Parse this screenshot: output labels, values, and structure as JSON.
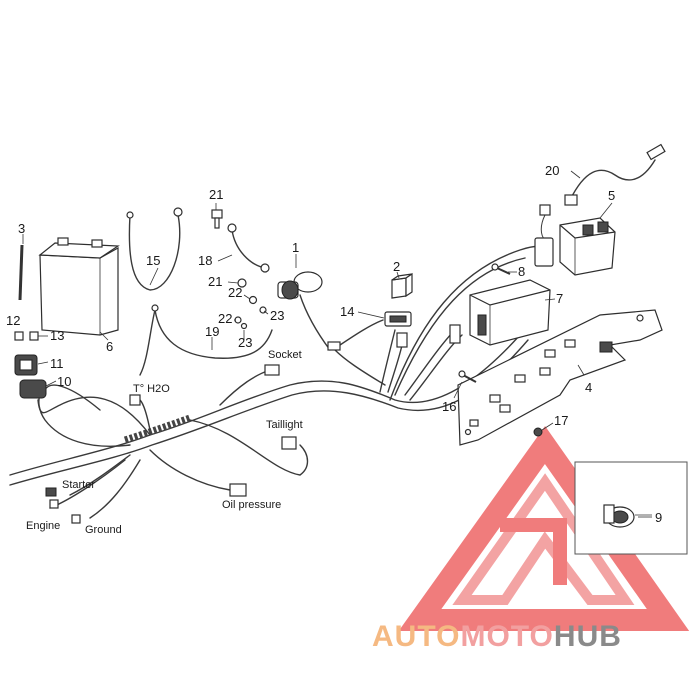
{
  "callouts": {
    "n1": "1",
    "n2": "2",
    "n3": "3",
    "n4": "4",
    "n5": "5",
    "n6": "6",
    "n7": "7",
    "n8": "8",
    "n9": "9",
    "n10": "10",
    "n11": "11",
    "n12": "12",
    "n13": "13",
    "n14": "14",
    "n15": "15",
    "n16": "16",
    "n17": "17",
    "n18": "18",
    "n19": "19",
    "n20": "20",
    "n21a": "21",
    "n21b": "21",
    "n22a": "22",
    "n22b": "22",
    "n23a": "23",
    "n23b": "23"
  },
  "labels": {
    "socket": "Socket",
    "temp_h2o": "T° H2O",
    "taillight": "Taillight",
    "starter": "Starter",
    "engine": "Engine",
    "ground": "Ground",
    "oil_pressure": "Oil pressure"
  },
  "watermark": {
    "part1": "AUTO",
    "part2": "MOTO",
    "part3": "HUB",
    "colors": {
      "auto": "#f5b982",
      "moto": "#f2a0a0",
      "hub": "#8a8a8a",
      "triangle": "#ef6e6e"
    }
  }
}
